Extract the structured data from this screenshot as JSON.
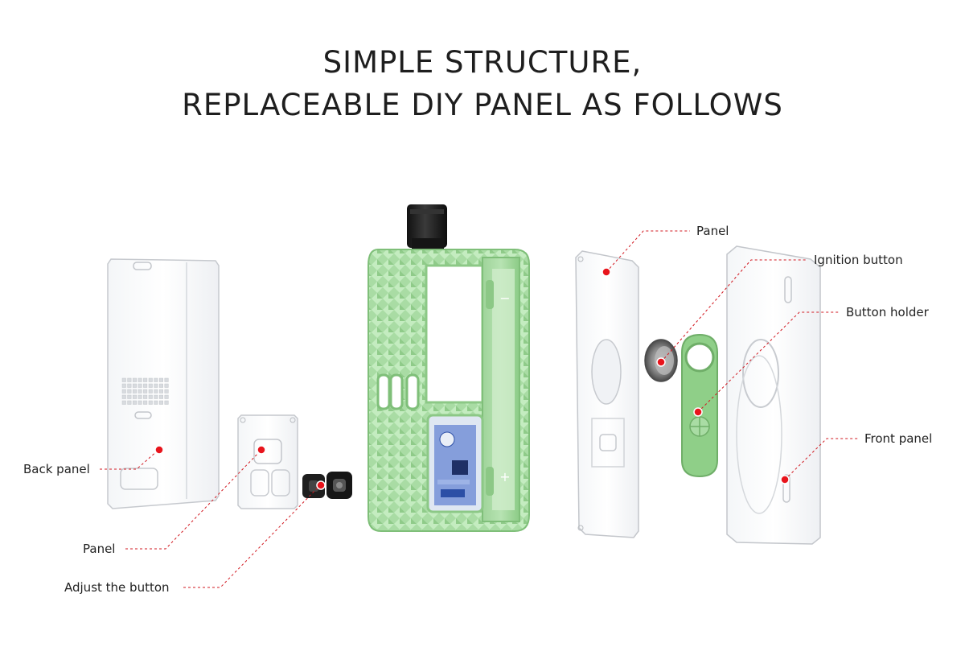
{
  "title": {
    "line1": "SIMPLE STRUCTURE,",
    "line2": "REPLACEABLE DIY PANEL AS FOLLOWS"
  },
  "labels": {
    "back_panel": "Back panel",
    "panel_left": "Panel",
    "adjust_button": "Adjust the button",
    "panel_right": "Panel",
    "ignition_button": "Ignition button",
    "button_holder": "Button holder",
    "front_panel": "Front panel"
  },
  "colors": {
    "device_body": "#a8d9a3",
    "device_dark": "#7fbf79",
    "marker": "#e8141c",
    "leader": "#d21a22",
    "clear_edge": "#c9ccd1",
    "mouthpiece": "#1b1b1b"
  },
  "icons": [
    "battery-minus-icon",
    "battery-plus-icon"
  ],
  "battery_marks": {
    "minus": "−",
    "plus": "+"
  }
}
